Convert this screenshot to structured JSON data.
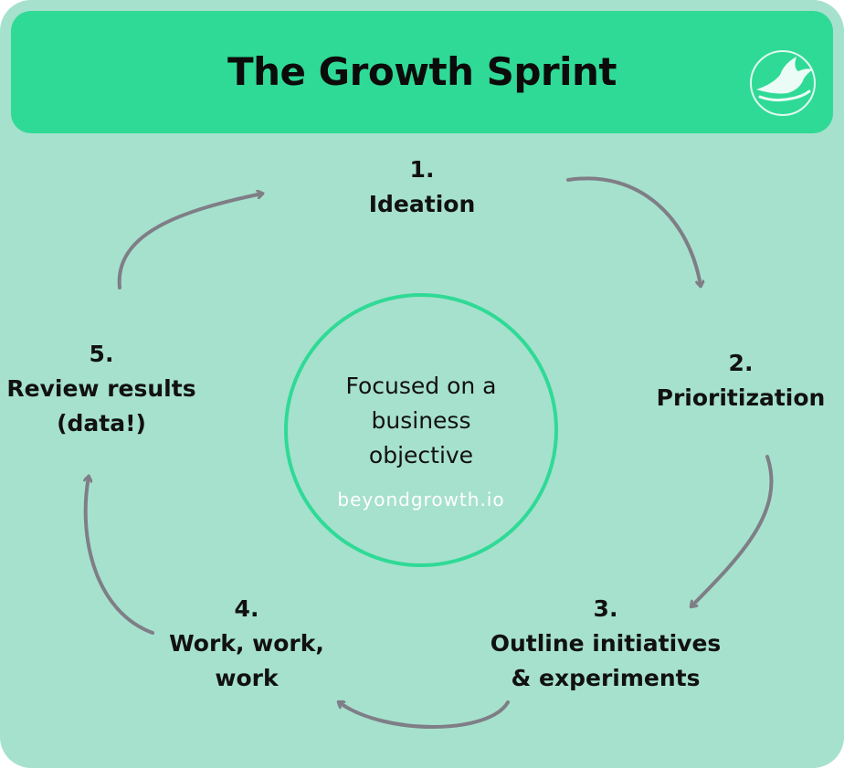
{
  "header": {
    "title": "The Growth Sprint",
    "logo_icon": "bird-icon"
  },
  "steps": [
    {
      "number": "1.",
      "label": "Ideation"
    },
    {
      "number": "2.",
      "label": "Prioritization"
    },
    {
      "number": "3.",
      "label": "Outline initiatives\n& experiments"
    },
    {
      "number": "4.",
      "label": "Work, work,\nwork"
    },
    {
      "number": "5.",
      "label": "Review results\n(data!)"
    }
  ],
  "center": {
    "text": "Focused on a\nbusiness\nobjective",
    "site": "beyondgrowth.io"
  },
  "colors": {
    "background": "#a6e1cd",
    "header": "#2fda96",
    "circle": "#2fda96",
    "arrow": "#7f7e86"
  }
}
